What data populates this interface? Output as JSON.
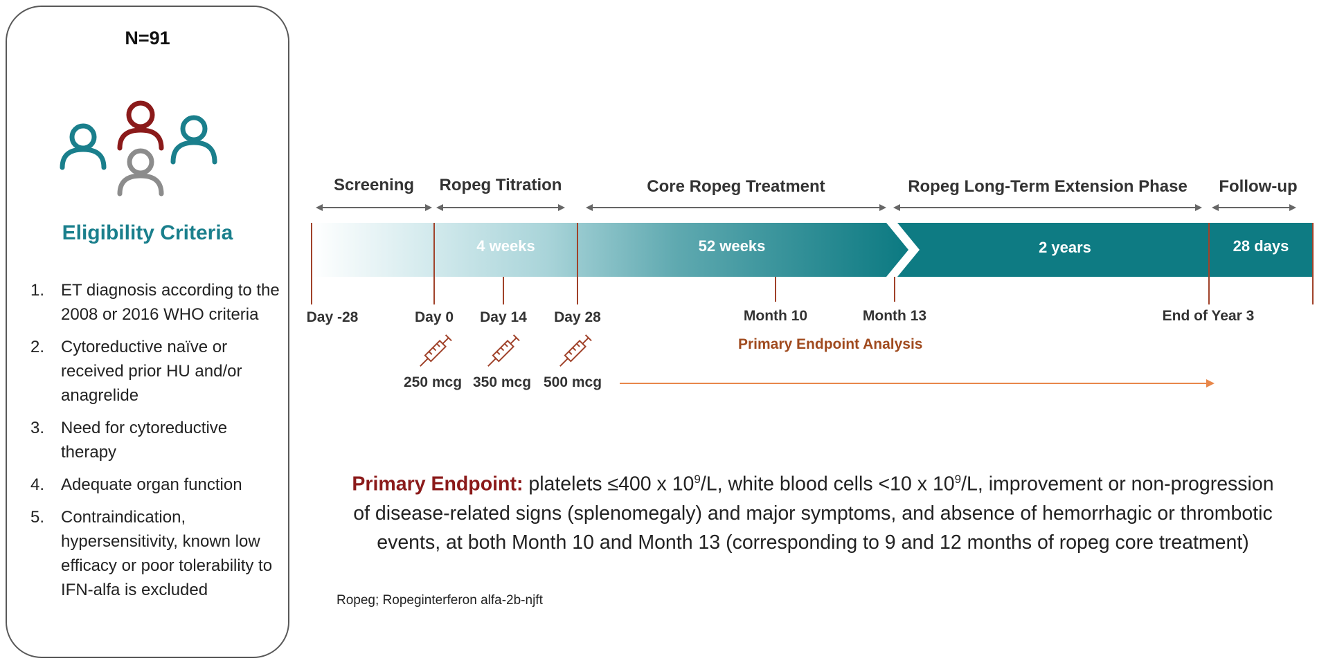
{
  "left_panel": {
    "n_label": "N=91",
    "icon": "people-group-icon",
    "title": "Eligibility Criteria",
    "criteria": [
      {
        "num": "1.",
        "text": "ET diagnosis according to the 2008 or 2016 WHO criteria"
      },
      {
        "num": "2.",
        "text": "Cytoreductive naïve or received prior HU and/or anagrelide"
      },
      {
        "num": "3.",
        "text": "Need for cytoreductive therapy"
      },
      {
        "num": "4.",
        "text": "Adequate organ function"
      },
      {
        "num": "5.",
        "text": "Contraindication, hypersensitivity, known low efficacy or poor tolerability to IFN-alfa is excluded"
      }
    ]
  },
  "timeline": {
    "phases": [
      "Screening",
      "Ropeg Titration",
      "Core Ropeg Treatment",
      "Ropeg Long-Term Extension Phase",
      "Follow-up"
    ],
    "durations": [
      "4 weeks",
      "52 weeks",
      "2 years",
      "28 days"
    ],
    "ticks": [
      "Day -28",
      "Day 0",
      "Day 14",
      "Day 28",
      "Month 10",
      "Month 13",
      "End of Year 3"
    ],
    "primary_endpoint_analysis": "Primary Endpoint Analysis",
    "doses": [
      "250 mcg",
      "350 mcg",
      "500 mcg"
    ],
    "dose_icon": "syringe-icon"
  },
  "endpoint": {
    "title": "Primary Endpoint:",
    "line1_a": " platelets ≤400 x 10",
    "sup1": "9",
    "line1_b": "/L, white blood cells <10 x 10",
    "sup2": "9",
    "line1_c": "/L, improvement or non-progression",
    "line2": "of disease-related signs (splenomegaly) and major symptoms, and absence of hemorrhagic or thrombotic",
    "line3": "events, at both Month 10 and Month 13 (corresponding to 9 and 12 months of ropeg core treatment)"
  },
  "abbreviation": "Ropeg; Ropeginterferon alfa-2b-njft",
  "colors": {
    "teal": "#0e7b83",
    "teal_light": "#cfe7ea",
    "dark_red": "#8b1a1a",
    "orange": "#e8874a",
    "grey": "#8c8c8c",
    "eligibility_title": "#1a7f8c"
  }
}
